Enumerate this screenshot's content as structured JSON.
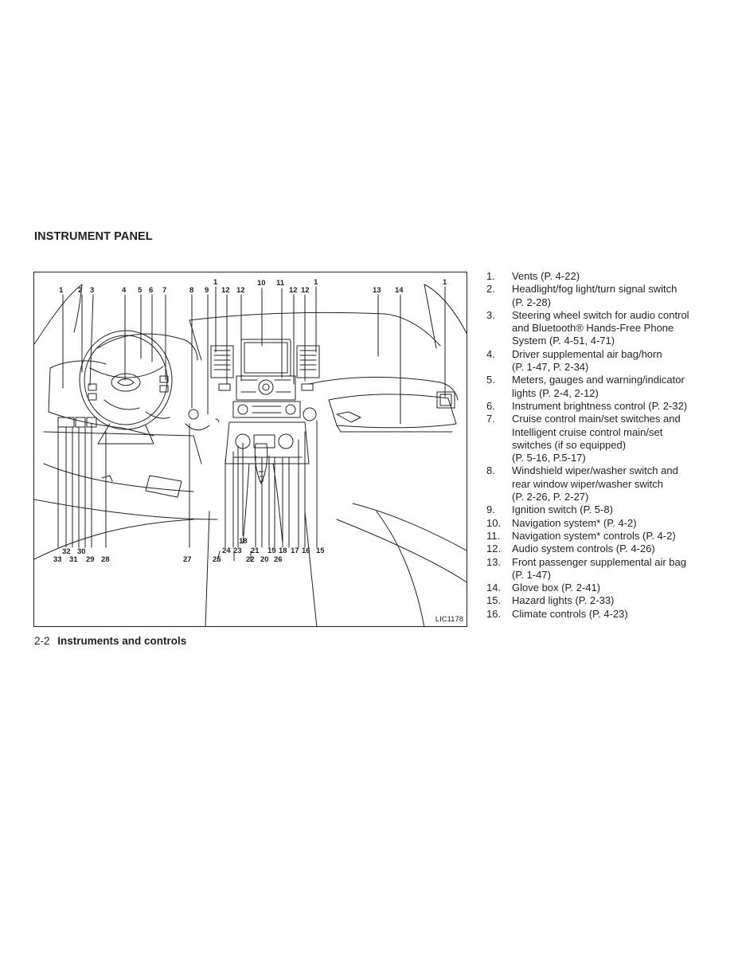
{
  "section": {
    "title": "INSTRUMENT PANEL"
  },
  "figure": {
    "id": "LIC1178",
    "callouts": [
      "1",
      "2",
      "3",
      "4",
      "5",
      "6",
      "7",
      "8",
      "9",
      "1",
      "12",
      "12",
      "10",
      "11",
      "12",
      "12",
      "1",
      "13",
      "14",
      "1",
      "18",
      "32",
      "30",
      "33",
      "31",
      "29",
      "28",
      "27",
      "25",
      "24",
      "23",
      "21",
      "19",
      "18",
      "17",
      "16",
      "15",
      "22",
      "20",
      "26"
    ]
  },
  "legend": [
    {
      "num": "1.",
      "lines": [
        "Vents (P. 4-22)"
      ]
    },
    {
      "num": "2.",
      "lines": [
        "Headlight/fog light/turn signal switch",
        "(P. 2-28)"
      ]
    },
    {
      "num": "3.",
      "lines": [
        "Steering wheel switch for audio control",
        "and Bluetooth® Hands-Free Phone",
        "System (P. 4-51, 4-71)"
      ]
    },
    {
      "num": "4.",
      "lines": [
        "Driver supplemental air bag/horn",
        "(P. 1-47, P. 2-34)"
      ]
    },
    {
      "num": "5.",
      "lines": [
        "Meters, gauges and warning/indicator",
        "lights (P. 2-4, 2-12)"
      ]
    },
    {
      "num": "6.",
      "lines": [
        "Instrument brightness control (P. 2-32)"
      ]
    },
    {
      "num": "7.",
      "lines": [
        "Cruise control main/set switches and",
        "Intelligent cruise control main/set",
        "switches (if so equipped)",
        "(P. 5-16, P.5-17)"
      ]
    },
    {
      "num": "8.",
      "lines": [
        "Windshield wiper/washer switch and",
        "rear window wiper/washer switch",
        "(P. 2-26, P. 2-27)"
      ]
    },
    {
      "num": "9.",
      "lines": [
        "Ignition switch (P. 5-8)"
      ]
    },
    {
      "num": "10.",
      "lines": [
        "Navigation system* (P. 4-2)"
      ]
    },
    {
      "num": "11.",
      "lines": [
        "Navigation system* controls (P. 4-2)"
      ]
    },
    {
      "num": "12.",
      "lines": [
        "Audio system controls (P. 4-26)"
      ]
    },
    {
      "num": "13.",
      "lines": [
        "Front passenger supplemental air bag",
        "(P. 1-47)"
      ]
    },
    {
      "num": "14.",
      "lines": [
        "Glove box (P. 2-41)"
      ]
    },
    {
      "num": "15.",
      "lines": [
        "Hazard lights (P. 2-33)"
      ]
    },
    {
      "num": "16.",
      "lines": [
        "Climate controls (P. 4-23)"
      ]
    }
  ],
  "footer": {
    "page": "2-2",
    "chapter": "Instruments and controls"
  }
}
